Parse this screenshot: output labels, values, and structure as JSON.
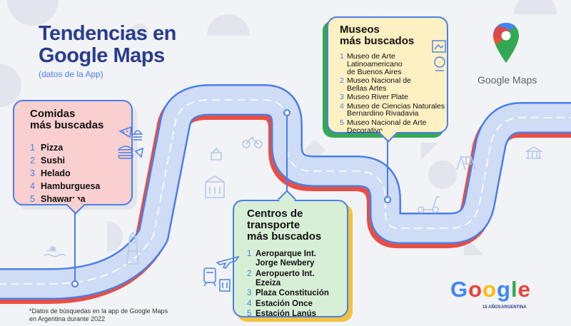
{
  "header": {
    "title_line1": "Tendencias en",
    "title_line2": "Google Maps",
    "subtitle": "(datos de la App)"
  },
  "food": {
    "title_line1": "Comidas",
    "title_line2": "más buscadas",
    "items": [
      {
        "n": "1",
        "label": "Pizza"
      },
      {
        "n": "2",
        "label": "Sushi"
      },
      {
        "n": "3",
        "label": "Helado"
      },
      {
        "n": "4",
        "label": "Hamburguesa"
      },
      {
        "n": "5",
        "label": "Shawarma"
      }
    ]
  },
  "transit": {
    "title_line1": "Centros de",
    "title_line2": "transporte",
    "title_line3": "más buscados",
    "items": [
      {
        "n": "1",
        "label": "Aeroparque Int.\nJorge Newbery"
      },
      {
        "n": "2",
        "label": "Aeropuerto Int.\nEzeiza"
      },
      {
        "n": "3",
        "label": "Plaza Constitución"
      },
      {
        "n": "4",
        "label": "Estación Once"
      },
      {
        "n": "5",
        "label": "Estación Lanús"
      }
    ]
  },
  "museums": {
    "title_line1": "Museos",
    "title_line2": "más buscados",
    "items": [
      {
        "n": "1",
        "label": "Museo de Arte\nLatinoamericano\nde Buenos Aires"
      },
      {
        "n": "2",
        "label": "Museo Nacional de\nBellas Artes"
      },
      {
        "n": "3",
        "label": "Museo River Plate"
      },
      {
        "n": "4",
        "label": "Museo de Ciencias Naturales\nBernardino Rivadavia"
      },
      {
        "n": "5",
        "label": "Museo Nacional de Arte\nDecorativo"
      }
    ]
  },
  "brand": {
    "name": "Google Maps"
  },
  "footnote": {
    "line1": "*Datos de búsquedas en la app de Google Maps",
    "line2": "en Argentina durante 2022"
  },
  "doodle": {
    "letters": [
      "G",
      "o",
      "o",
      "g",
      "l",
      "e"
    ],
    "letter_colors": [
      "#4285f4",
      "#ea4335",
      "#fbbc04",
      "#4285f4",
      "#34a853",
      "#ea4335"
    ],
    "years": "15 AÑOS",
    "country": "ARGENTINA"
  },
  "colors": {
    "road": "#cfdcf6",
    "road_edge": "#4a7fe8",
    "road_shadow": "#e94e43",
    "title": "#2a3c8f",
    "accent": "#4a7fe8"
  },
  "icons": [
    "pin-icon",
    "pizza-icon",
    "burger-icon",
    "takeaway-icon",
    "bicycle-icon",
    "train-icon",
    "plane-icon",
    "building-icon",
    "museum-icon",
    "painting-icon",
    "swimmer-icon",
    "lighthouse-icon",
    "scooter-icon",
    "playground-icon",
    "route-pin-icon"
  ]
}
